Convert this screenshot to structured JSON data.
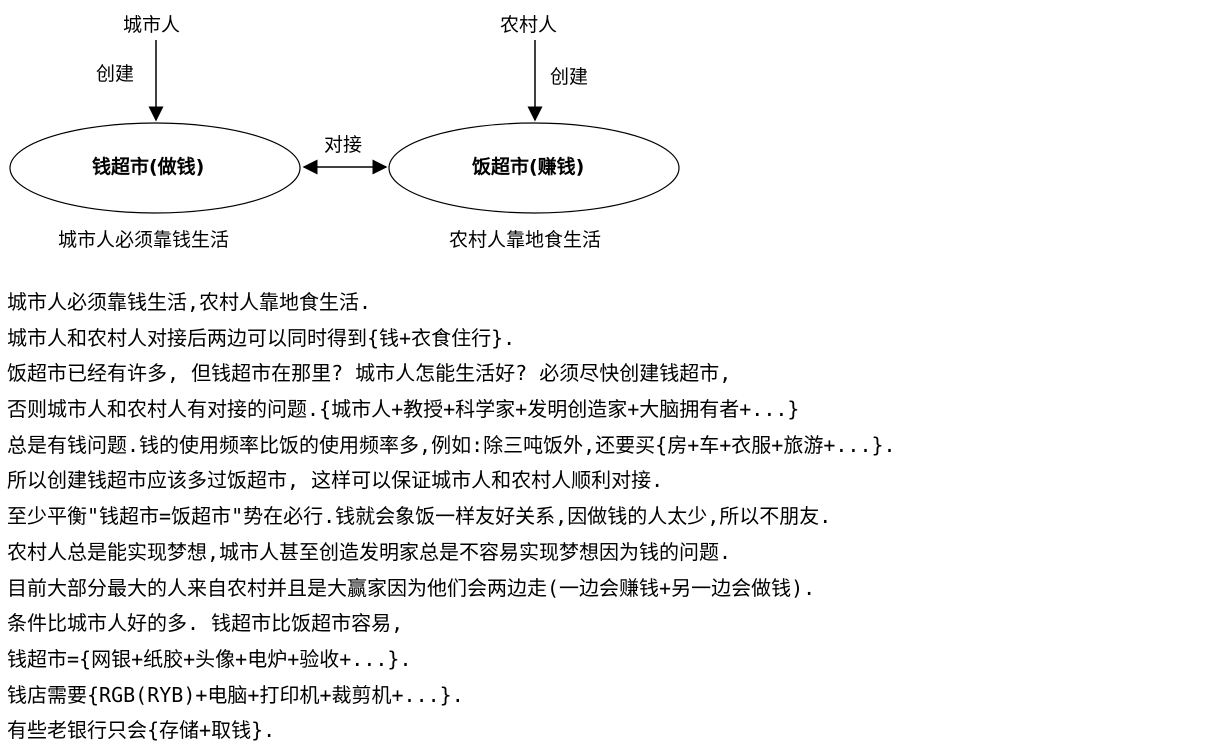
{
  "diagram": {
    "left_actor": "城市人",
    "right_actor": "农村人",
    "left_edge_label": "创建",
    "right_edge_label": "创建",
    "left_node": "钱超市(做钱)",
    "right_node": "饭超市(赚钱)",
    "link_label": "对接",
    "left_caption": "城市人必须靠钱生活",
    "right_caption": "农村人靠地食生活"
  },
  "body_lines": [
    "城市人必须靠钱生活,农村人靠地食生活.",
    "城市人和农村人对接后两边可以同时得到{钱+衣食住行}.",
    "饭超市已经有许多, 但钱超市在那里? 城市人怎能生活好? 必须尽快创建钱超市,",
    "否则城市人和农村人有对接的问题.{城市人+教授+科学家+发明创造家+大脑拥有者+...}",
    "总是有钱问题.钱的使用频率比饭的使用频率多,例如:除三吨饭外,还要买{房+车+衣服+旅游+...}.",
    "所以创建钱超市应该多过饭超市, 这样可以保证城市人和农村人顺利对接.",
    "至少平衡\"钱超市=饭超市\"势在必行.钱就会象饭一样友好关系,因做钱的人太少,所以不朋友.",
    "农村人总是能实现梦想,城市人甚至创造发明家总是不容易实现梦想因为钱的问题.",
    "目前大部分最大的人来自农村并且是大赢家因为他们会两边走(一边会赚钱+另一边会做钱).",
    "条件比城市人好的多. 钱超市比饭超市容易,",
    "钱超市={网银+纸胶+头像+电炉+验收+...}.",
    "钱店需要{RGB(RYB)+电脑+打印机+裁剪机+...}.",
    "有些老银行只会{存储+取钱}."
  ]
}
